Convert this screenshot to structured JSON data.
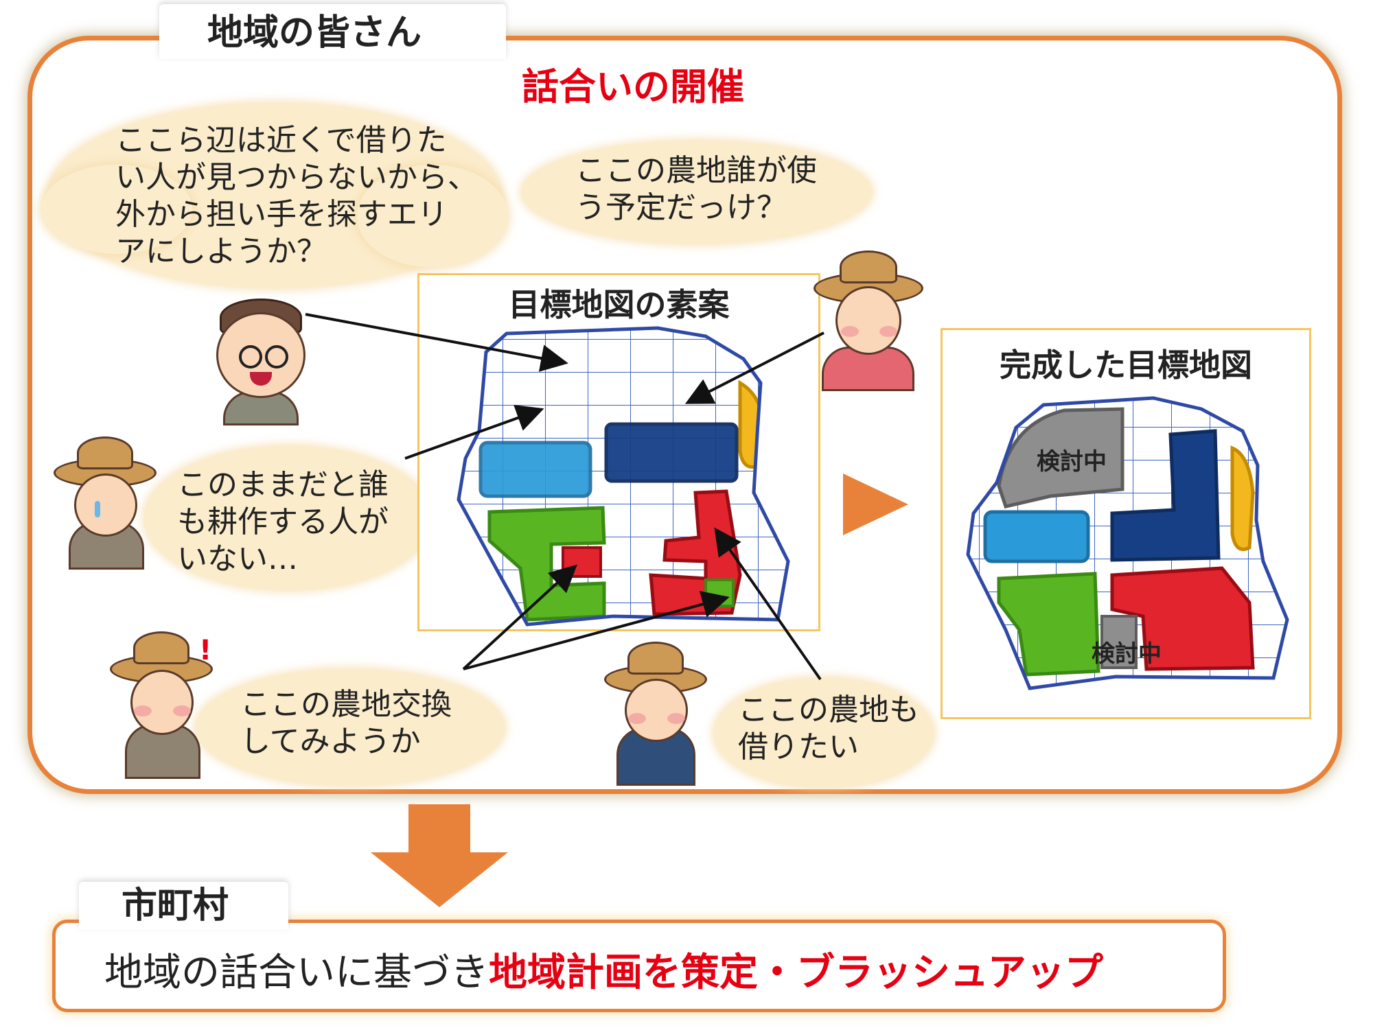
{
  "community_section": {
    "title": "地域の皆さん",
    "meeting_title": "話合いの開催"
  },
  "speech": {
    "search_outside": "ここら辺は近くで借りた\nい人が見つからないから、\n外から担い手を探すエリ\nアにしようか？",
    "who_uses": "ここの農地誰が使\nう予定だっけ？",
    "no_farmer": "このままだと誰\nも耕作する人が\nいない…",
    "exchange": "ここの農地交換\nしてみようか",
    "want_borrow": "ここの農地も\n借りたい"
  },
  "draft_map": {
    "title": "目標地図の素案",
    "region_colors": [
      "#2a9bd8",
      "#163f86",
      "#f2b81d",
      "#5ab522",
      "#e1242e"
    ]
  },
  "final_map": {
    "title": "完成した目標地図",
    "label_top": "検討中",
    "label_bottom": "検討中",
    "region_colors": [
      "#8e8e8e",
      "#2a9bd8",
      "#163f86",
      "#f2b81d",
      "#5ab522",
      "#e1242e"
    ]
  },
  "municipality_section": {
    "title": "市町村",
    "line_prefix": "地域の話合いに基づき",
    "line_highlight": "地域計画を策定・ブラッシュアップ"
  },
  "colors": {
    "frame_orange": "#e8823a",
    "highlight_red": "#e60012",
    "cloud_beige": "#fbeccb",
    "map_frame_yellow": "#f5c65c"
  }
}
